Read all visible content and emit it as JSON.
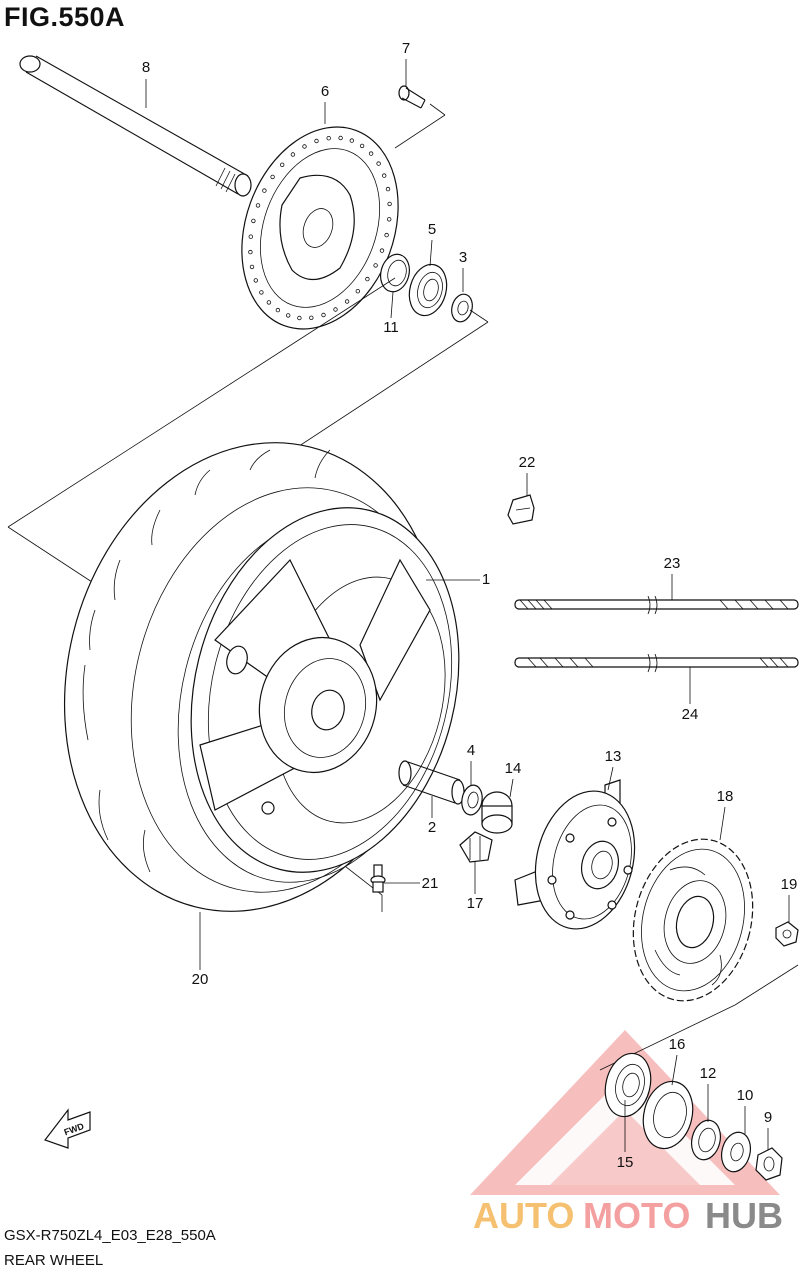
{
  "figure": {
    "title": "FIG.550A",
    "code": "GSX-R750ZL4_E03_E28_550A",
    "name": "REAR WHEEL"
  },
  "part_numbers": [
    "1",
    "2",
    "3",
    "4",
    "5",
    "6",
    "7",
    "8",
    "9",
    "10",
    "11",
    "12",
    "13",
    "14",
    "15",
    "16",
    "17",
    "18",
    "19",
    "20",
    "21",
    "22",
    "23",
    "24"
  ],
  "direction_marker": "FWD",
  "watermark": {
    "text_auto": "AUTO",
    "text_moto": "MOTO",
    "text_hub": "HUB",
    "color_primary": "#f4a0a0",
    "color_secondary": "#f5c070",
    "color_dark": "#8a8a8a"
  }
}
